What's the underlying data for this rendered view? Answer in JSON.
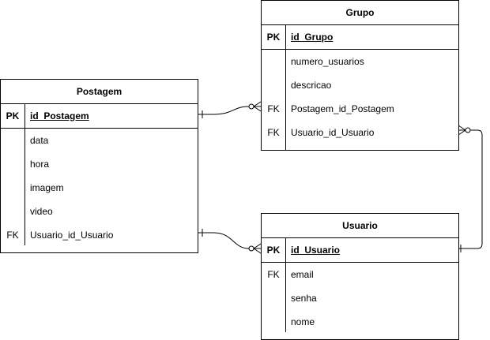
{
  "entities": {
    "grupo": {
      "title": "Grupo",
      "pk": {
        "key": "PK",
        "field": "id_Grupo"
      },
      "rows": [
        {
          "key": "",
          "field": "numero_usuarios"
        },
        {
          "key": "",
          "field": "descricao"
        },
        {
          "key": "FK",
          "field": "Postagem_id_Postagem"
        },
        {
          "key": "FK",
          "field": "Usuario_id_Usuario"
        }
      ]
    },
    "postagem": {
      "title": "Postagem",
      "pk": {
        "key": "PK",
        "field": "id_Postagem"
      },
      "rows": [
        {
          "key": "",
          "field": "data"
        },
        {
          "key": "",
          "field": "hora"
        },
        {
          "key": "",
          "field": "imagem"
        },
        {
          "key": "",
          "field": "video"
        },
        {
          "key": "FK",
          "field": "Usuario_id_Usuario"
        }
      ]
    },
    "usuario": {
      "title": "Usuario",
      "pk": {
        "key": "PK",
        "field": "id_Usuario"
      },
      "rows": [
        {
          "key": "FK",
          "field": "email"
        },
        {
          "key": "",
          "field": "senha"
        },
        {
          "key": "",
          "field": "nome"
        }
      ]
    }
  },
  "colors": {
    "stroke": "#000000",
    "background": "#ffffff"
  }
}
